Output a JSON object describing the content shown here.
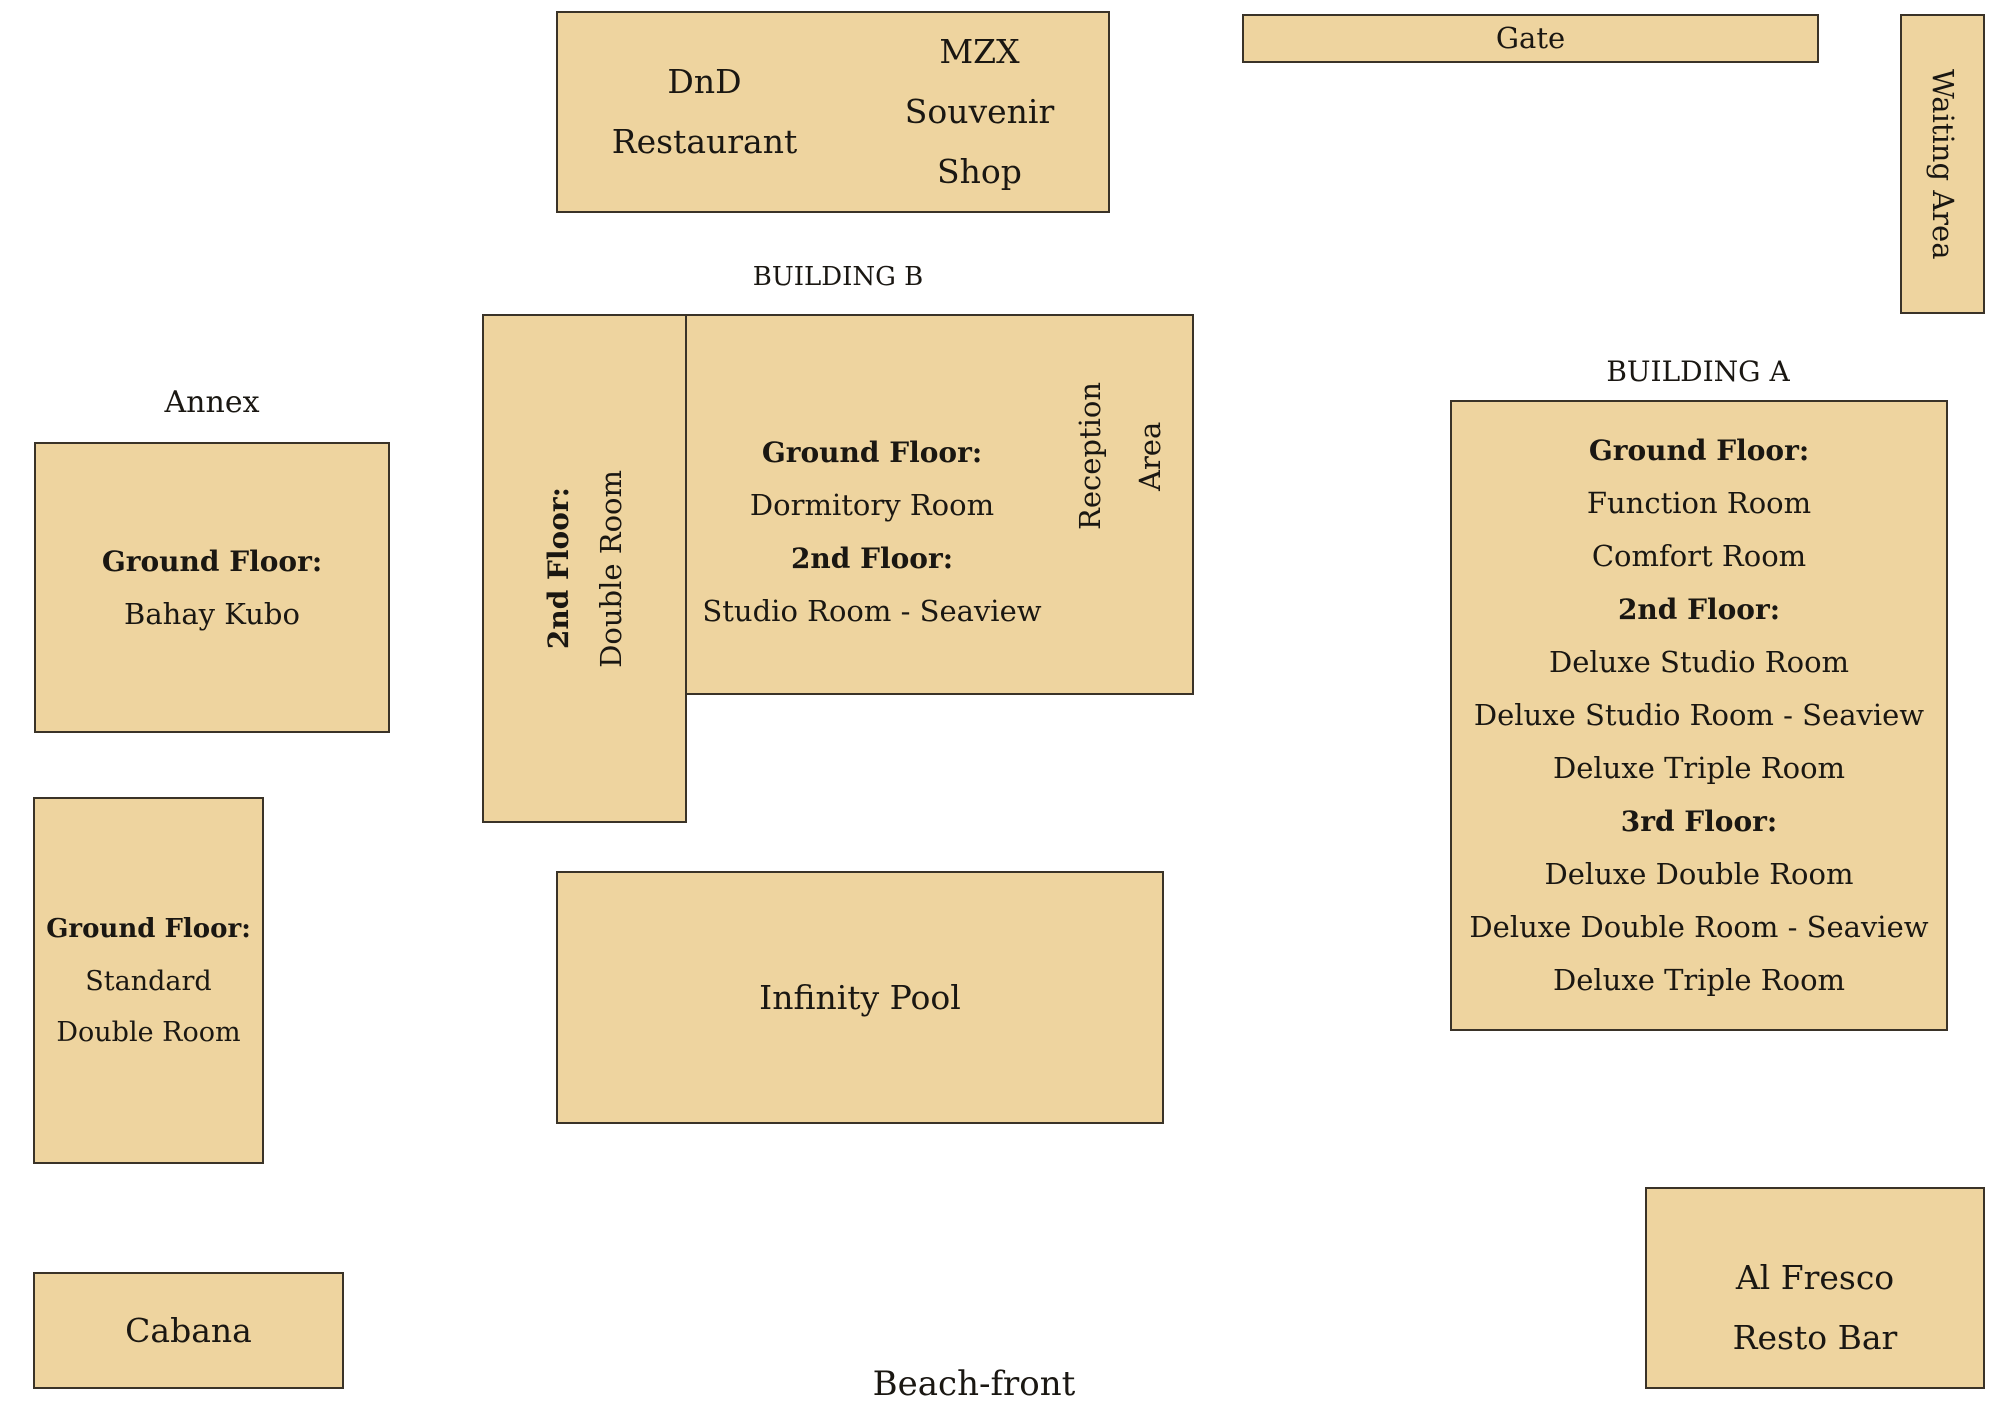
{
  "dnd": {
    "line1": "DnD",
    "line2": "Restaurant"
  },
  "mzx": {
    "line1": "MZX",
    "line2": "Souvenir",
    "line3": "Shop"
  },
  "gate": "Gate",
  "waiting_area": "Waiting Area",
  "building_b": {
    "label": "BUILDING B",
    "side_floor": "2nd Floor:",
    "side_room": "Double Room",
    "ground_floor": "Ground Floor:",
    "ground_room": "Dormitory Room",
    "second_floor": "2nd Floor:",
    "second_room": "Studio Room - Seaview",
    "reception1": "Reception",
    "reception2": "Area"
  },
  "annex": {
    "label": "Annex",
    "floor": "Ground Floor:",
    "room": "Bahay Kubo"
  },
  "building_a": {
    "label": "BUILDING A",
    "floors": [
      {
        "name": "Ground Floor:",
        "rooms": [
          "Function Room",
          "Comfort Room"
        ]
      },
      {
        "name": "2nd Floor:",
        "rooms": [
          "Deluxe Studio Room",
          "Deluxe Studio Room - Seaview",
          "Deluxe Triple Room"
        ]
      },
      {
        "name": "3rd Floor:",
        "rooms": [
          "Deluxe Double Room",
          "Deluxe Double Room - Seaview",
          "Deluxe Triple Room"
        ]
      }
    ]
  },
  "standard": {
    "floor": "Ground Floor:",
    "line1": "Standard",
    "line2": "Double Room"
  },
  "pool": "Infinity Pool",
  "cabana": "Cabana",
  "alfresco": {
    "line1": "Al Fresco",
    "line2": "Resto Bar"
  },
  "beachfront": "Beach-front"
}
